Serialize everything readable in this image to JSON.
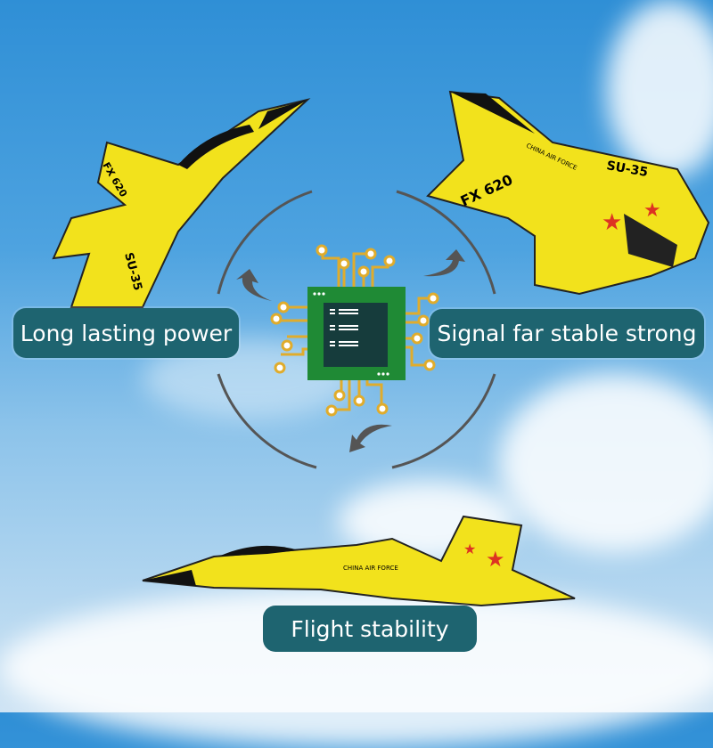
{
  "labels": {
    "left": "Long lasting power",
    "right": "Signal far stable strong",
    "bottom": "Flight stability"
  },
  "plane_markings": {
    "model": "FX 620",
    "type": "SU-35",
    "text": "CHINA AIR FORCE"
  },
  "colors": {
    "label_bg": "#1e6470",
    "plane_yellow": "#f2e21c",
    "chip_green": "#1f8a35",
    "chip_core": "#163c3c",
    "trace": "#e0ac2c"
  }
}
